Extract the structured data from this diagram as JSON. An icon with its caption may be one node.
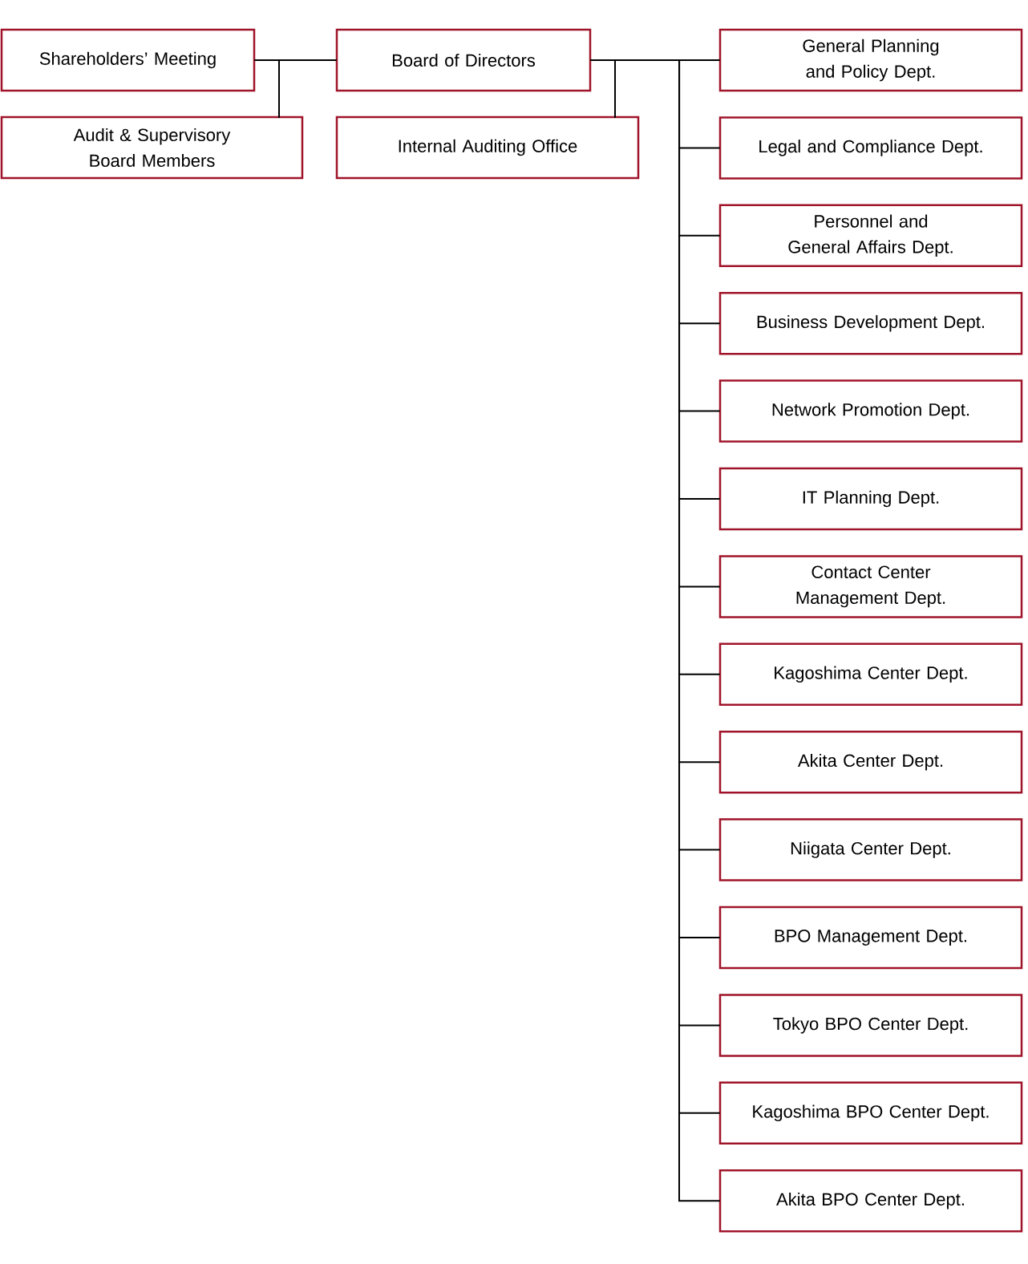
{
  "diagram": {
    "nodes": [
      {
        "text": [
          "Shareholders’ Meeting"
        ]
      },
      {
        "text": [
          "Audit & Supervisory Board Members"
        ]
      },
      {
        "text": [
          "Board of Directors"
        ]
      },
      {
        "text": [
          "Internal Auditing Office"
        ]
      },
      {
        "text": [
          "General Planning and Policy Dept."
        ]
      },
      {
        "text": [
          "Legal and Compliance Dept."
        ]
      },
      {
        "text": [
          "Personnel and General Affairs Dept."
        ]
      },
      {
        "text": [
          "Business Development Dept."
        ]
      },
      {
        "text": [
          "Network Promotion Dept."
        ]
      },
      {
        "text": [
          "IT Planning Dept."
        ]
      },
      {
        "text": [
          "Contact Center Management Dept."
        ]
      },
      {
        "text": [
          "Kagoshima Center Dept."
        ]
      },
      {
        "text": [
          "Akita Center Dept."
        ]
      },
      {
        "text": [
          "Niigata Center Dept."
        ]
      },
      {
        "text": [
          "BPO Management Dept."
        ]
      },
      {
        "text": [
          "Tokyo BPO Center Dept."
        ]
      },
      {
        "text": [
          "Kagoshima BPO Center Dept."
        ]
      },
      {
        "text": [
          "Akita BPO Center Dept."
        ]
      }
    ],
    "edges": [
      {
        "from": 0,
        "to": 2,
        "arrow": "none"
      },
      {
        "from": 0,
        "to": 1,
        "arrow": "none"
      },
      {
        "from": 2,
        "to": 3,
        "arrow": "none"
      },
      {
        "from": 2,
        "to": 4,
        "arrow": "none"
      },
      {
        "from": 2,
        "to": 5,
        "arrow": "none"
      },
      {
        "from": 2,
        "to": 6,
        "arrow": "none"
      },
      {
        "from": 2,
        "to": 7,
        "arrow": "none"
      },
      {
        "from": 2,
        "to": 8,
        "arrow": "none"
      },
      {
        "from": 2,
        "to": 9,
        "arrow": "none"
      },
      {
        "from": 2,
        "to": 10,
        "arrow": "none"
      },
      {
        "from": 2,
        "to": 11,
        "arrow": "none"
      },
      {
        "from": 2,
        "to": 12,
        "arrow": "none"
      },
      {
        "from": 2,
        "to": 13,
        "arrow": "none"
      },
      {
        "from": 2,
        "to": 14,
        "arrow": "none"
      },
      {
        "from": 2,
        "to": 15,
        "arrow": "none"
      },
      {
        "from": 2,
        "to": 16,
        "arrow": "none"
      },
      {
        "from": 2,
        "to": 17,
        "arrow": "none"
      }
    ]
  }
}
